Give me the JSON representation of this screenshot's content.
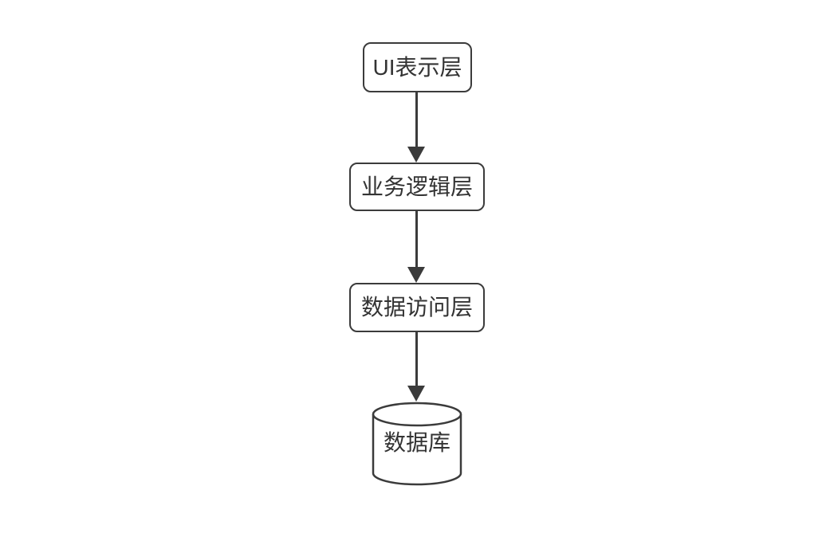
{
  "diagram": {
    "type": "flowchart",
    "background": "#ffffff",
    "stroke_color": "#3b3b3b",
    "text_color": "#333333",
    "nodes": [
      {
        "id": "ui-layer",
        "label": "UI表示层",
        "shape": "rounded-rectangle"
      },
      {
        "id": "business-logic-layer",
        "label": "业务逻辑层",
        "shape": "rounded-rectangle"
      },
      {
        "id": "data-access-layer",
        "label": "数据访问层",
        "shape": "rounded-rectangle"
      },
      {
        "id": "database",
        "label": "数据库",
        "shape": "cylinder"
      }
    ],
    "edges": [
      {
        "from": "UI表示层",
        "to": "业务逻辑层",
        "style": "solid-arrow-down"
      },
      {
        "from": "业务逻辑层",
        "to": "数据访问层",
        "style": "solid-arrow-down"
      },
      {
        "from": "数据访问层",
        "to": "数据库",
        "style": "solid-arrow-down"
      }
    ]
  }
}
